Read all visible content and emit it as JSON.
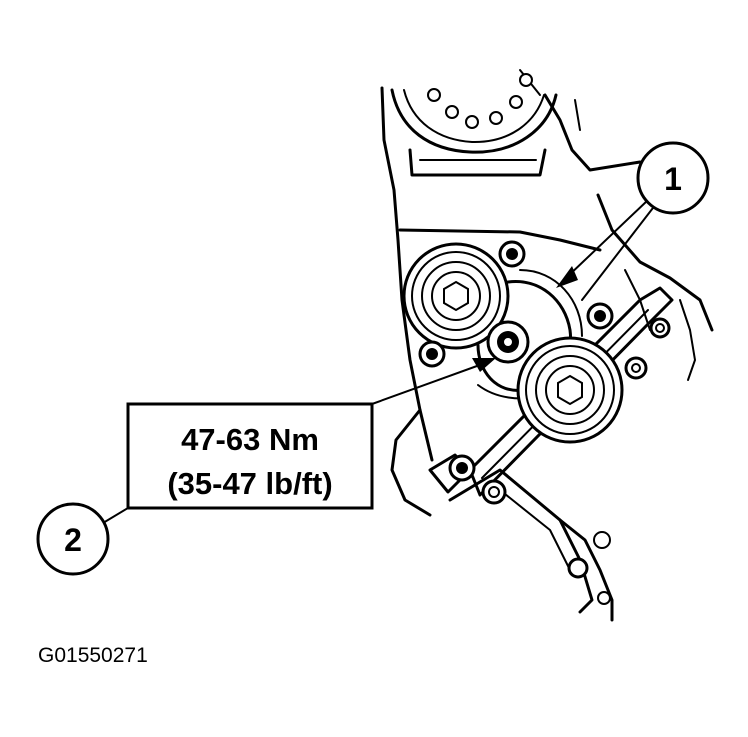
{
  "callouts": [
    {
      "id": "1",
      "label": "1"
    },
    {
      "id": "2",
      "label": "2"
    }
  ],
  "torque_spec": {
    "metric": "47-63 Nm",
    "imperial": "(35-47 lb/ft)"
  },
  "figure_id": "G01550271",
  "colors": {
    "ink": "#000000",
    "paper": "#ffffff"
  }
}
